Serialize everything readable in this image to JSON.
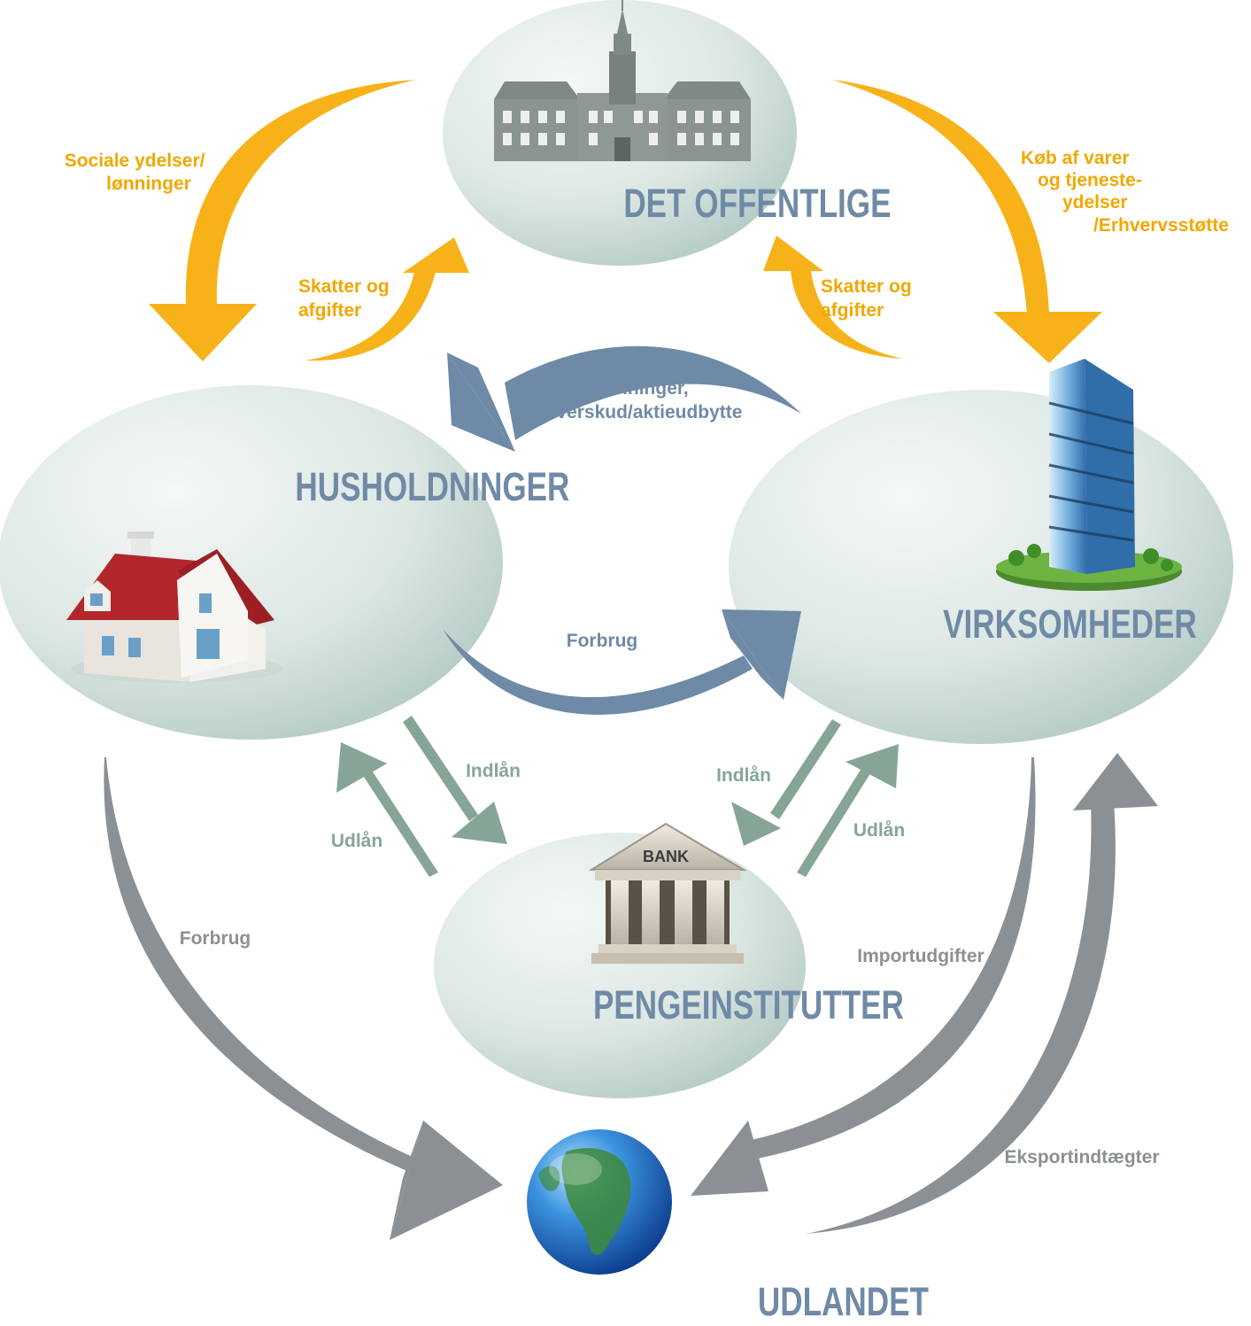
{
  "sectors": {
    "public": "DET OFFENTLIGE",
    "households": "HUSHOLDNINGER",
    "firms": "VIRKSOMHEDER",
    "banks": "PENGEINSTITUTTER",
    "abroad": "UDLANDET"
  },
  "flows": {
    "social_benefits": [
      "Sociale ydelser/",
      "lønninger"
    ],
    "taxes_households": [
      "Skatter og",
      "afgifter"
    ],
    "taxes_firms": [
      "Skatter og",
      "afgifter"
    ],
    "purchases": [
      "Køb af varer",
      "og tjeneste-",
      "ydelser",
      "/Erhvervsstøtte"
    ],
    "wages": [
      "Lønninger,",
      "overskud/aktieudbytte"
    ],
    "consumption_domestic": "Forbrug",
    "deposits_households": "Indlån",
    "loans_households": "Udlån",
    "deposits_firms": "Indlån",
    "loans_firms": "Udlån",
    "consumption_abroad": "Forbrug",
    "import": "Importudgifter",
    "export": "Eksportindtægter"
  },
  "icons": {
    "bank_sign": "BANK",
    "public": "parliament-building-icon",
    "households": "house-icon",
    "firms": "office-tower-icon",
    "banks": "bank-icon",
    "abroad": "globe-icon"
  },
  "colors": {
    "public_flows": "#f7b21a",
    "private_flows": "#6f8aa6",
    "bank_flows": "#86a597",
    "foreign_flows": "#8b9094",
    "sector_text": "#6f8aa6"
  }
}
